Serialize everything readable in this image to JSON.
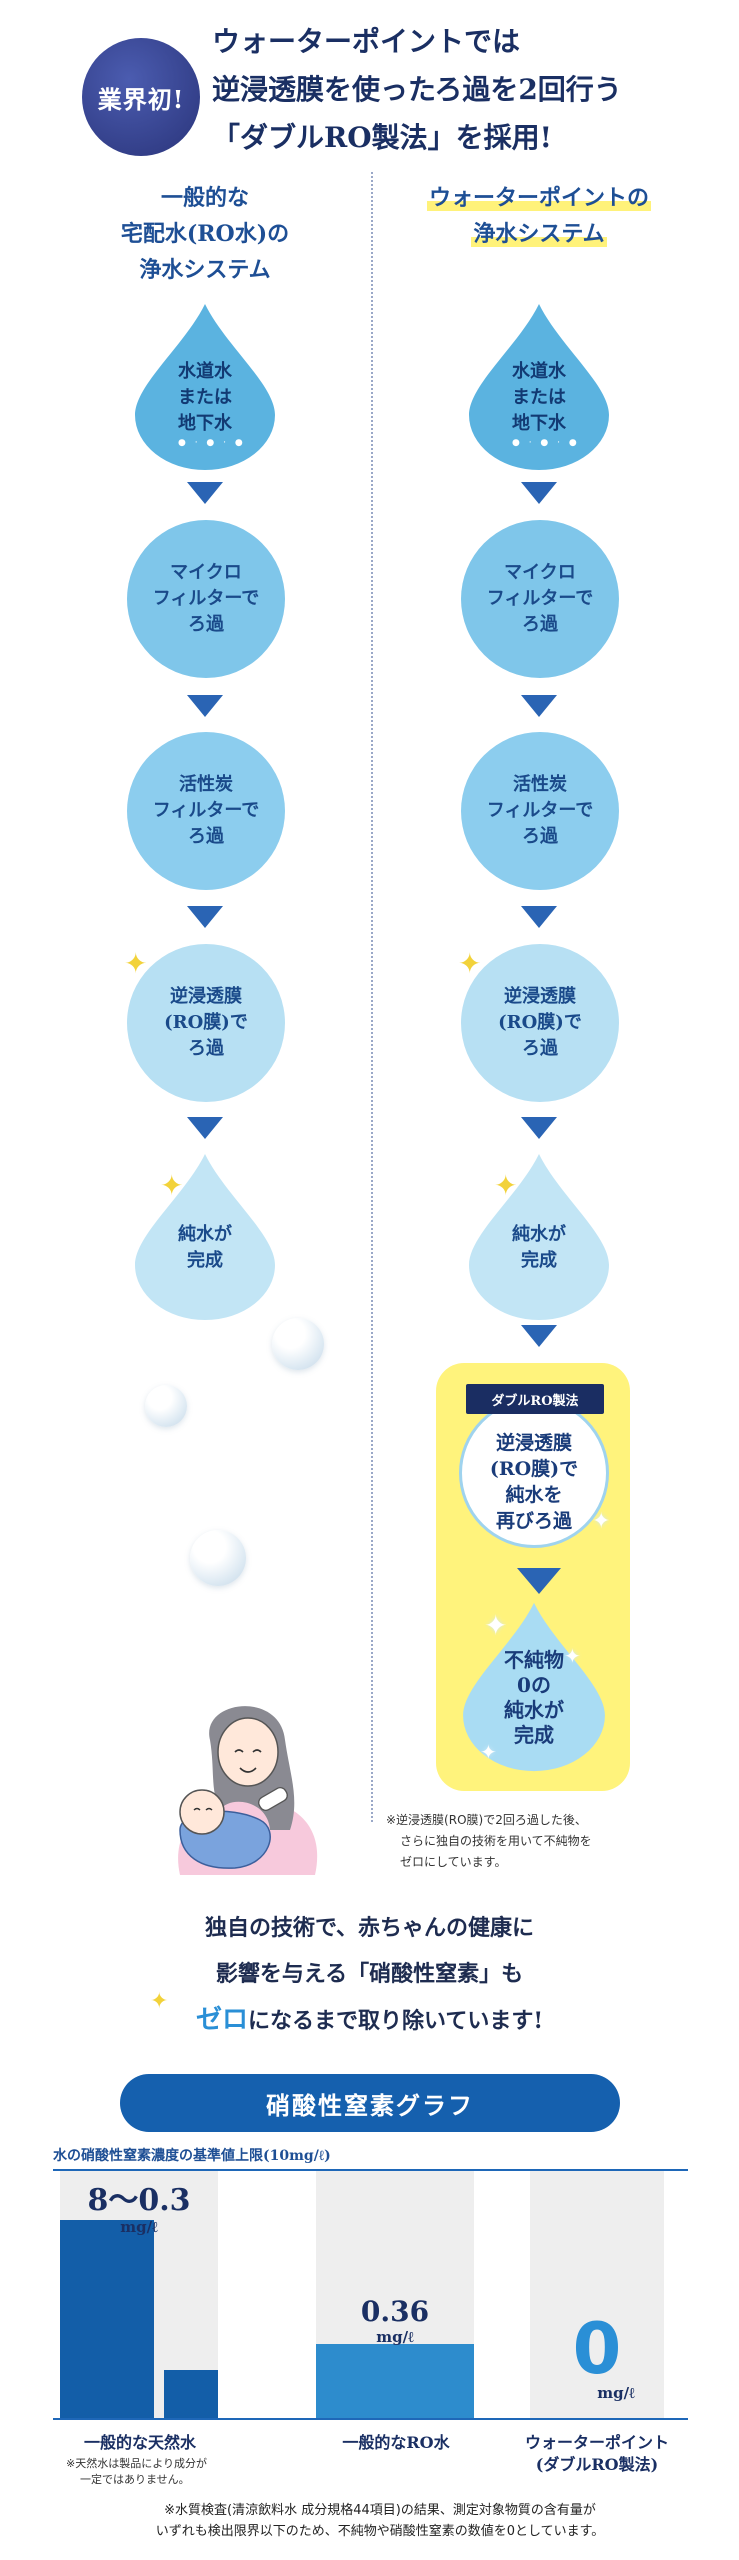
{
  "header": {
    "badge": "業界初!",
    "lines": [
      "ウォーターポイントでは",
      "逆浸透膜を使ったろ過を2回行う",
      "「ダブルRO製法」を採用!"
    ]
  },
  "left_column": {
    "title_lines": [
      "一般的な",
      "宅配水(RO水)の",
      "浄水システム"
    ],
    "steps": [
      "水道水\nまたは\n地下水",
      "マイクロ\nフィルターで\nろ過",
      "活性炭\nフィルターで\nろ過",
      "逆浸透膜\n(RO膜)で\nろ過",
      "純水が\n完成"
    ]
  },
  "right_column": {
    "title_lines": [
      "ウォーターポイントの",
      "浄水システム"
    ],
    "steps": [
      "水道水\nまたは\n地下水",
      "マイクロ\nフィルターで\nろ過",
      "活性炭\nフィルターで\nろ過",
      "逆浸透膜\n(RO膜)で\nろ過",
      "純水が\n完成"
    ],
    "double_ro_tag": "ダブルRO製法",
    "double_ro_step": "逆浸透膜\n(RO膜)で\n純水を\n再びろ過",
    "final_step": "不純物\n0の\n純水が\n完成",
    "note_lines": [
      "※逆浸透膜(RO膜)で2回ろ過した後、",
      "さらに独自の技術を用いて不純物を",
      "ゼロにしています。"
    ]
  },
  "message": {
    "line1": "独自の技術で、赤ちゃんの健康に",
    "line2": "影響を与える「硝酸性窒素」も",
    "line3_zero": "ゼロ",
    "line3_rest": "になるまで取り除いています!"
  },
  "graph": {
    "title": "硝酸性窒素グラフ",
    "caption": "水の硝酸性窒素濃度の基準値上限(10mg/ℓ)"
  },
  "chart_data": {
    "type": "bar",
    "title": "硝酸性窒素グラフ",
    "ylabel": "水の硝酸性窒素濃度の基準値上限(10mg/ℓ)",
    "unit": "mg/ℓ",
    "ylim": [
      0,
      10
    ],
    "categories": [
      "一般的な天然水",
      "一般的なRO水",
      "ウォーターポイント(ダブルRO製法)"
    ],
    "category_labels": [
      [
        "一般的な天然水"
      ],
      [
        "一般的なRO水"
      ],
      [
        "ウォーターポイント",
        "(ダブルRO製法)"
      ]
    ],
    "value_labels": [
      "8〜0.3",
      "0.36",
      "0"
    ],
    "ranges": [
      [
        0.3,
        8
      ],
      [
        0.36,
        0.36
      ],
      [
        0,
        0
      ]
    ],
    "natural_water_note_lines": [
      "※天然水は製品により成分が",
      "一定ではありません。"
    ]
  },
  "footnote_lines": [
    "※水質検査(清涼飲料水 成分規格44項目)の結果、測定対象物質の含有量が",
    "いずれも検出限界以下のため、不純物や硝酸性窒素の数値を0としています。"
  ],
  "colors": {
    "navy": "#1a2f63",
    "blue": "#1560ae",
    "drop_dark": "#5bb3e0",
    "circle_mid": "#7fc6ea",
    "circle_light": "#b7e0f3",
    "highlight_yellow": "#fff37c"
  }
}
